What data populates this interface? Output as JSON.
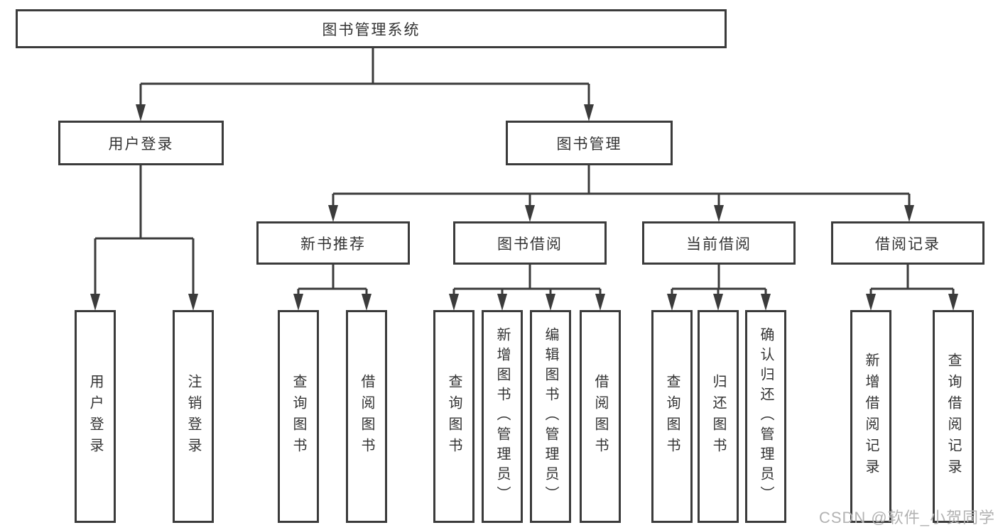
{
  "diagram": {
    "root": "图书管理系统",
    "level2": {
      "user_login": "用户登录",
      "book_mgmt": "图书管理"
    },
    "level3": {
      "new_books": "新书推荐",
      "book_borrow": "图书借阅",
      "current_borrow": "当前借阅",
      "borrow_records": "借阅记录"
    },
    "leaves": {
      "user_login": [
        "用户登录",
        "注销登录"
      ],
      "new_books": [
        "查询图书",
        "借阅图书"
      ],
      "book_borrow": [
        "查询图书",
        "新增图书（管理员）",
        "编辑图书（管理员）",
        "借阅图书"
      ],
      "current_borrow": [
        "查询图书",
        "归还图书",
        "确认归还（管理员）"
      ],
      "borrow_records": [
        "新增借阅记录",
        "查询借阅记录"
      ]
    }
  },
  "watermark": "CSDN @软件_小贺同学",
  "colors": {
    "line": "#3b3b3b",
    "text": "#333333",
    "watermark": "#b2b2b2",
    "background": "#ffffff"
  }
}
